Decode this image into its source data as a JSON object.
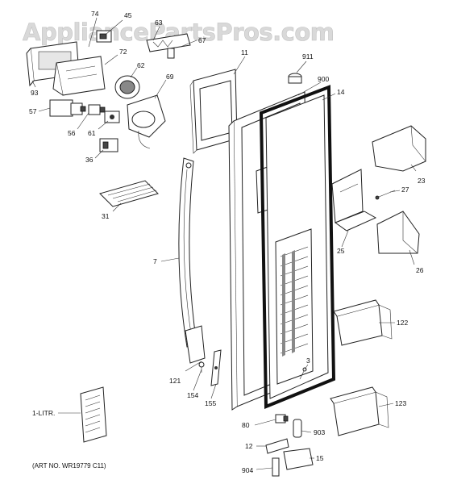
{
  "watermark": "AppliancePartsPros.com",
  "art_number": "(ART NO. WR19779 C11)",
  "callouts": {
    "c74": "74",
    "c45": "45",
    "c63": "63",
    "c67": "67",
    "c72": "72",
    "c62": "62",
    "c69": "69",
    "c93": "93",
    "c57": "57",
    "c56": "56",
    "c61": "61",
    "c36": "36",
    "c11": "11",
    "c911": "911",
    "c900": "900",
    "c14": "14",
    "c31": "31",
    "c7": "7",
    "c23": "23",
    "c27": "27",
    "c25": "25",
    "c26": "26",
    "c122": "122",
    "c3": "3",
    "c121": "121",
    "c154": "154",
    "c155": "155",
    "c123": "123",
    "c1litr": "1-LITR.",
    "c80": "80",
    "c903": "903",
    "c12": "12",
    "c15": "15",
    "c904": "904"
  }
}
